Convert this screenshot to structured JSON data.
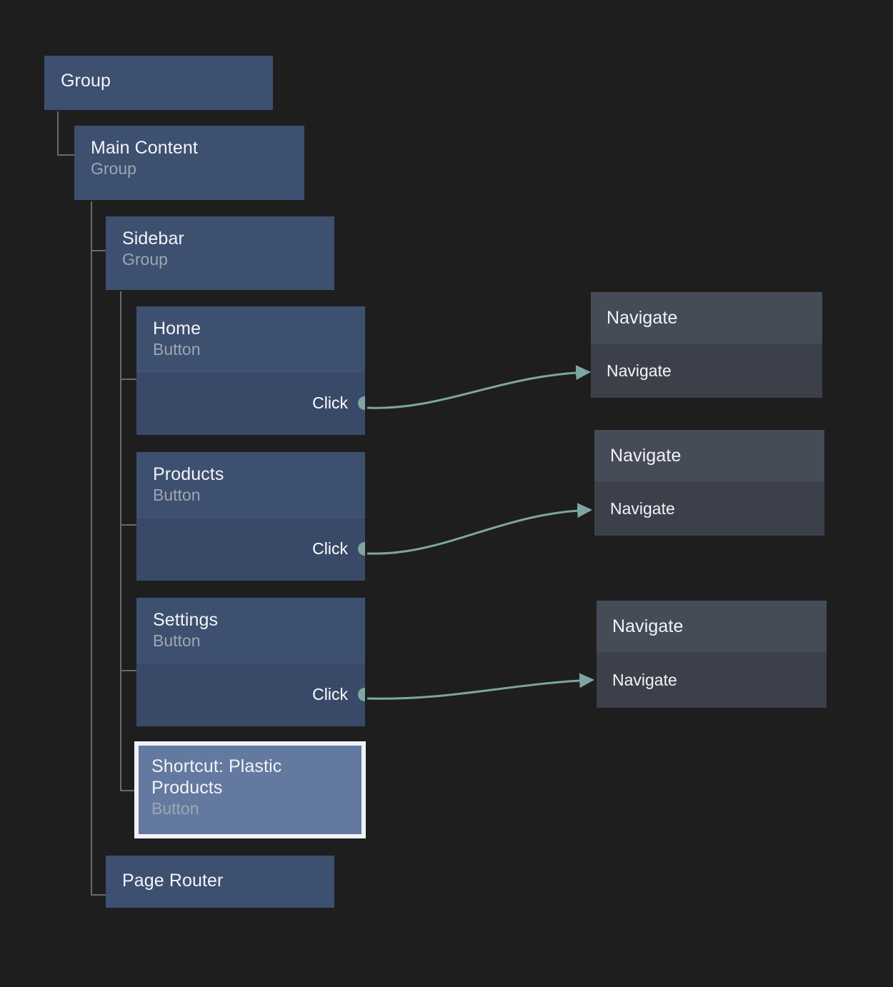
{
  "canvas": {
    "background": "#1e1e1e",
    "edge_color": "#7da5a3",
    "node_blue": "#3e5070",
    "node_blue_port": "#394a68",
    "node_gray": "#3c404b",
    "node_gray_header": "#464b58",
    "node_selected_fill": "#6479a0",
    "node_selected_border": "#f0f2f5",
    "guide_color": "#6a6a6a"
  },
  "nodes": {
    "group_root": {
      "title": "Group",
      "subtitle": ""
    },
    "main_content": {
      "title": "Main Content",
      "subtitle": "Group"
    },
    "sidebar": {
      "title": "Sidebar",
      "subtitle": "Group"
    },
    "home": {
      "title": "Home",
      "subtitle": "Button",
      "port_label": "Click"
    },
    "products": {
      "title": "Products",
      "subtitle": "Button",
      "port_label": "Click"
    },
    "settings": {
      "title": "Settings",
      "subtitle": "Button",
      "port_label": "Click"
    },
    "shortcut_plastic_products": {
      "title": "Shortcut: Plastic\nProducts",
      "subtitle": "Button",
      "selected": true
    },
    "page_router": {
      "title": "Page Router",
      "subtitle": ""
    },
    "navigate_1": {
      "header": "Navigate",
      "row": "Navigate"
    },
    "navigate_2": {
      "header": "Navigate",
      "row": "Navigate"
    },
    "navigate_3": {
      "header": "Navigate",
      "row": "Navigate"
    }
  },
  "edges": [
    {
      "from": "home-click-port",
      "to": "navigate-1-row"
    },
    {
      "from": "products-click-port",
      "to": "navigate-2-row"
    },
    {
      "from": "settings-click-port",
      "to": "navigate-3-row"
    }
  ]
}
